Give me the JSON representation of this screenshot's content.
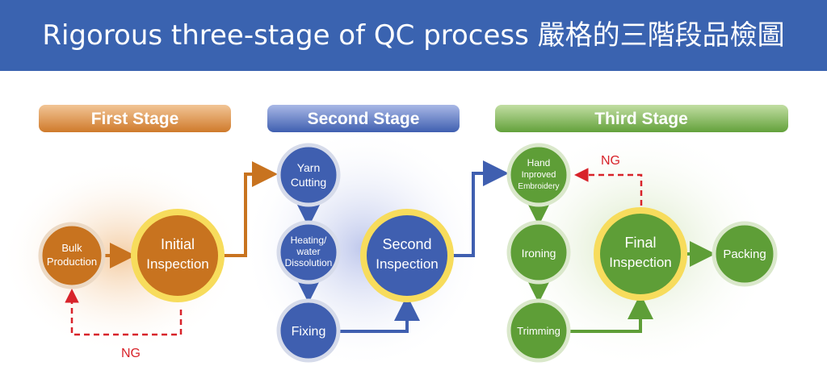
{
  "header": {
    "title": "Rigorous three-stage of QC process 嚴格的三階段品檢圖"
  },
  "stages": [
    {
      "label": "First Stage",
      "color": "#d07a2c"
    },
    {
      "label": "Second Stage",
      "color": "#3f63b4"
    },
    {
      "label": "Third Stage",
      "color": "#6da540"
    }
  ],
  "nodes": {
    "bulk_production": [
      "Bulk",
      "Production"
    ],
    "initial_inspection": [
      "Initial",
      "Inspection"
    ],
    "yarn_cutting": [
      "Yarn",
      "Cutting"
    ],
    "heating_water_dissolution": [
      "Heating/",
      "water",
      "Dissolution"
    ],
    "fixing": [
      "Fixing"
    ],
    "second_inspection": [
      "Second",
      "Inspection"
    ],
    "hand_improved_embroidery": [
      "Hand",
      "Inproved",
      "Embroidery"
    ],
    "ironing": [
      "Ironing"
    ],
    "trimming": [
      "Trimming"
    ],
    "final_inspection": [
      "Final",
      "Inspection"
    ],
    "packing": [
      "Packing"
    ]
  },
  "ng_labels": {
    "first_stage": "NG",
    "third_stage": "NG"
  },
  "colors": {
    "banner": "#3a63b0",
    "orange": "#c8731f",
    "blue": "#3f5fb0",
    "green": "#5e9e37",
    "inspection_ring": "#f7dc5c",
    "ng_red": "#d8232a"
  }
}
